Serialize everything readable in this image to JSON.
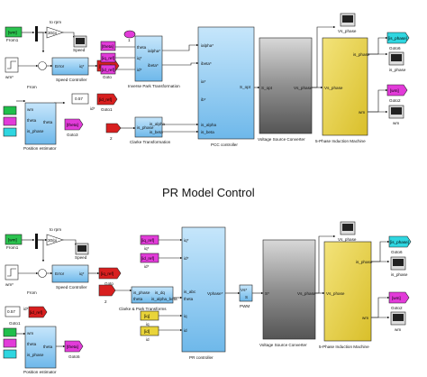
{
  "title": "PR Model Control",
  "colors": {
    "tag_green": "#1fbf4a",
    "tag_magenta": "#e23bd9",
    "tag_red": "#d81f1f",
    "tag_cyan": "#2fd6e0",
    "tag_yellow": "#e9d43a",
    "block_blue": "#8ccaf0",
    "vsc_gray": "#8c8c8c",
    "machine_yellow": "#e8d24b"
  },
  "top": {
    "from1": {
      "tag": "[wm]",
      "label": "From1"
    },
    "to_rpm": "to rpm",
    "gain": "30/pi",
    "speed_scope": "Speed",
    "wm_ref": "wm*",
    "from": "From",
    "speed_ctrl": {
      "label": "Speed Controller",
      "port_in": "Error",
      "port_out": "iq*"
    },
    "goto": {
      "tag": "[iq_ref]",
      "label": "Goto"
    },
    "id_const": "0.57",
    "id_ref": "id*",
    "goto1": {
      "tag": "[id_ref]",
      "label": "Goto1"
    },
    "pos_est": {
      "label": "Position estimator",
      "ports": [
        "wm",
        "theta",
        "is_phase",
        "theta"
      ]
    },
    "goto3": {
      "tag": "[theta]",
      "label": "Goto3"
    },
    "from_tags": [
      "[theta]",
      "[iq_ref]",
      "[id_ref]"
    ],
    "inv_park": {
      "label": "Inverse Park Transformation",
      "in": [
        "theta",
        "iq*",
        "id*"
      ],
      "out": [
        "ialpha*",
        "ibeta*"
      ]
    },
    "num1": "1",
    "clarke": {
      "label": "Clarke Transformation",
      "in": "is_phase",
      "out": [
        "is_alpha",
        "is_beta"
      ]
    },
    "num2": "2",
    "pcc": {
      "label": "PCC controller",
      "in": [
        "ialpha*",
        "ibeta*",
        "ia*",
        "ib*",
        "is_alpha",
        "is_beta"
      ],
      "out": "S_opt"
    },
    "vsc": {
      "label": "Voltage Source Converter",
      "in": "S_opt",
      "out": "Vs_phase"
    },
    "machine": {
      "label": "5-Phase Induction Machine",
      "in": "Vs_phase",
      "out": [
        "is_phase",
        "wm"
      ]
    },
    "scope_vs": "Vs_phase",
    "goto6": {
      "tag": "[is_phase]",
      "label": "Goto6"
    },
    "scope_is": "is_phase",
    "goto2": {
      "tag": "[wm]",
      "label": "Goto2"
    },
    "wm": "wm"
  },
  "bottom": {
    "from1": {
      "tag": "[wm]",
      "label": "From1"
    },
    "to_rpm": "to rpm",
    "gain": "30/pi",
    "speed_scope": "Speed",
    "wm_ref": "wm*",
    "from": "From",
    "speed_ctrl": {
      "label": "Speed Controller",
      "port_in": "Error",
      "port_out": "iq*"
    },
    "goto": {
      "tag": "[iq_ref]",
      "label": "Goto"
    },
    "id_const": "0.57",
    "id_ref": "id*",
    "goto1": {
      "tag": "[id_ref]",
      "label": "Goto1"
    },
    "pos_est": {
      "label": "Position estimator",
      "ports": [
        "wm",
        "theta",
        "is_phase",
        "theta"
      ]
    },
    "goto5": {
      "tag": "[theta]",
      "label": "Goto5"
    },
    "iq_tag": "[iq_ref]",
    "iq_lbl": "iq*",
    "id_tag": "[id_ref]",
    "id_lbl": "id*",
    "clarke_park": {
      "label": "Clarke & Park Transforms",
      "in": [
        "is_phase",
        "theta"
      ],
      "out": [
        "is_dq",
        "is_alpha_beta"
      ]
    },
    "num2": "2",
    "iq_tag2": "[iq]",
    "iq2": "iq",
    "id_tag2": "[id]",
    "id2": "id",
    "pr": {
      "label": "PR controller",
      "in": [
        "iq*",
        "id*",
        "is_abc",
        "theta",
        "iq",
        "id"
      ],
      "out": "Vphase*"
    },
    "pwm": {
      "label": "PWM",
      "in": "Vs*",
      "out": "S"
    },
    "vsc": {
      "label": "Voltage Source Converter",
      "in": "S*",
      "out": "Vs_phase"
    },
    "machine": {
      "label": "5-Phase Induction Machine",
      "in": "Vs_phase",
      "out": [
        "is_phase",
        "wm"
      ]
    },
    "scope_vs": "Vs_phase",
    "goto6": {
      "tag": "[is_phase]",
      "label": "Goto6"
    },
    "scope_is": "is_phase",
    "goto2": {
      "tag": "[wm]",
      "label": "Goto2"
    },
    "wm": "wm"
  }
}
